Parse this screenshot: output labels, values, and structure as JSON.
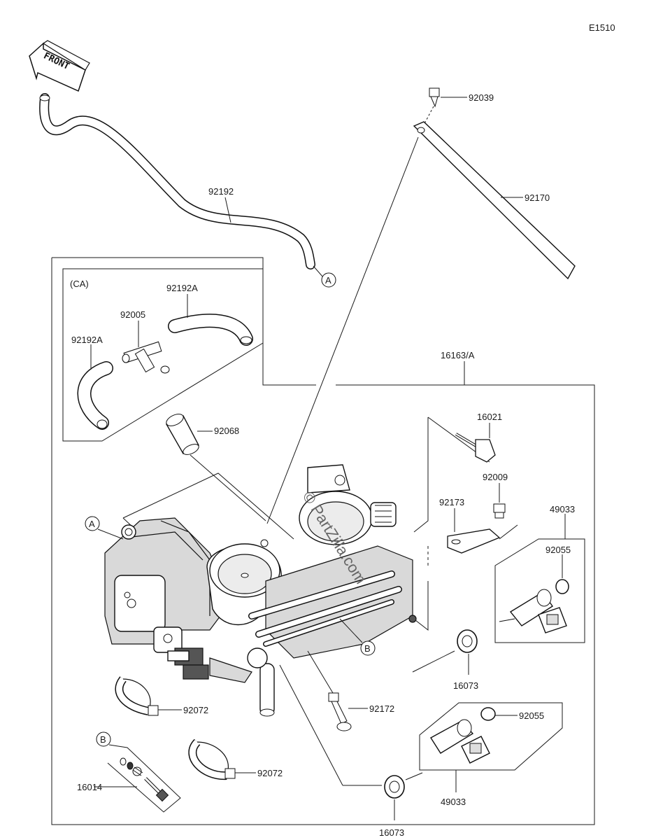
{
  "diagram_code": "E1510",
  "front_label": "FRONT",
  "group_ca": "(CA)",
  "callouts": {
    "92039": "92039",
    "92170": "92170",
    "92192": "92192",
    "92192A_top": "92192A",
    "92005": "92005",
    "92192A_left": "92192A",
    "16163A": "16163/A",
    "92068": "92068",
    "16021": "16021",
    "92009": "92009",
    "92173": "92173",
    "49033_top": "49033",
    "92055_top": "92055",
    "16073_mid": "16073",
    "92072_a": "92072",
    "92172": "92172",
    "92055_low": "92055",
    "16014": "16014",
    "92072_b": "92072",
    "16073_low": "16073",
    "49033_low": "49033"
  },
  "refs": {
    "A": "A",
    "B": "B"
  },
  "watermark": "© PartZilla.com"
}
